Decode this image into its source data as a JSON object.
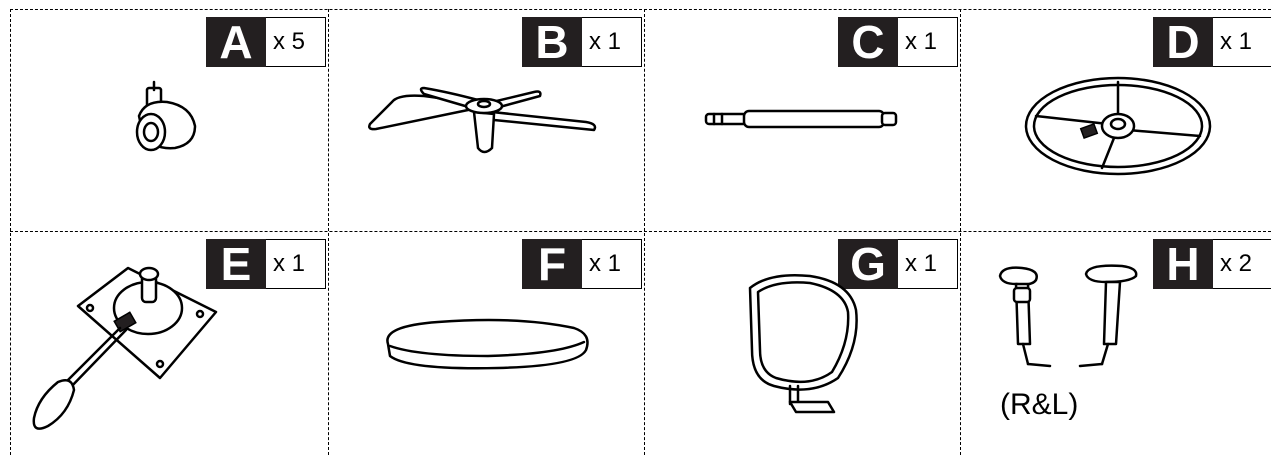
{
  "parts": [
    {
      "letter": "A",
      "qty": "x 5",
      "icon": "caster-wheel-icon"
    },
    {
      "letter": "B",
      "qty": "x 1",
      "icon": "star-base-icon"
    },
    {
      "letter": "C",
      "qty": "x 1",
      "icon": "gas-cylinder-icon"
    },
    {
      "letter": "D",
      "qty": "x 1",
      "icon": "foot-ring-icon"
    },
    {
      "letter": "E",
      "qty": "x 1",
      "icon": "seat-mechanism-icon"
    },
    {
      "letter": "F",
      "qty": "x 1",
      "icon": "seat-cushion-icon"
    },
    {
      "letter": "G",
      "qty": "x 1",
      "icon": "backrest-icon"
    },
    {
      "letter": "H",
      "qty": "x 2",
      "icon": "armrest-icon",
      "note": "(R&L)"
    }
  ],
  "colors": {
    "label_bg": "#231f20",
    "label_text": "#ffffff",
    "line": "#000000"
  }
}
